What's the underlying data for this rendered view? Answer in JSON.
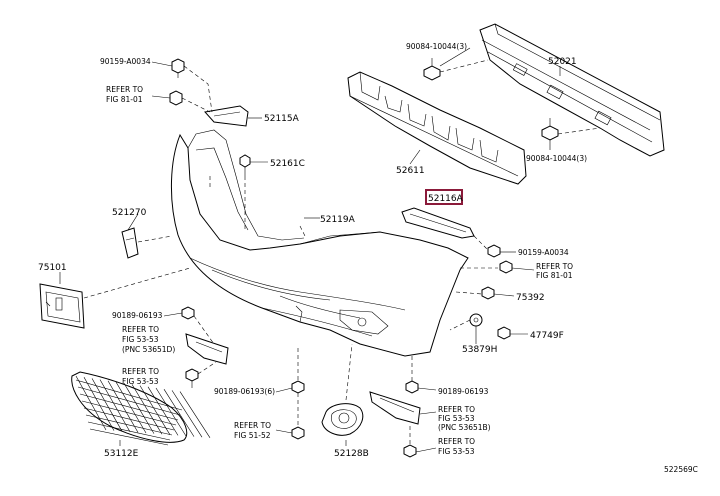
{
  "labels": {
    "p90159_top": "90159-A0034",
    "refer_top_a": "REFER TO",
    "refer_top_b": "FIG 81-01",
    "p52115A": "52115A",
    "p52161C": "52161C",
    "p521270": "521270",
    "p52119A": "52119A",
    "p75101": "75101",
    "p90189_left": "90189-06193",
    "refer_mid_a": "REFER TO",
    "refer_mid_b": "FIG 53-53",
    "refer_mid_c": "(PNC 53651D)",
    "refer_low_a": "REFER TO",
    "refer_low_b": "FIG 53-53",
    "p53112E": "53112E",
    "p90189_6": "90189-06193(6)",
    "refer_bot_a": "REFER TO",
    "refer_bot_b": "FIG 51-52",
    "p52128B": "52128B",
    "p90084_top": "90084-10044(3)",
    "p52021": "52021",
    "p52611": "52611",
    "p90084_bot": "90084-10044(3)",
    "p52116A": "52116A",
    "p90159_right": "90159-A0034",
    "refer_r1_a": "REFER TO",
    "refer_r1_b": "FIG 81-01",
    "p75392": "75392",
    "p47749F": "47749F",
    "p53879H": "53879H",
    "p90189_right": "90189-06193",
    "refer_r2_a": "REFER TO",
    "refer_r2_b": "FIG 53-53",
    "refer_r2_c": "(PNC 53651B)",
    "refer_r3_a": "REFER TO",
    "refer_r3_b": "FIG 53-53",
    "diagram_id": "522569C"
  },
  "highlight": {
    "part": "p52116A",
    "color": "#8b1a3a"
  }
}
